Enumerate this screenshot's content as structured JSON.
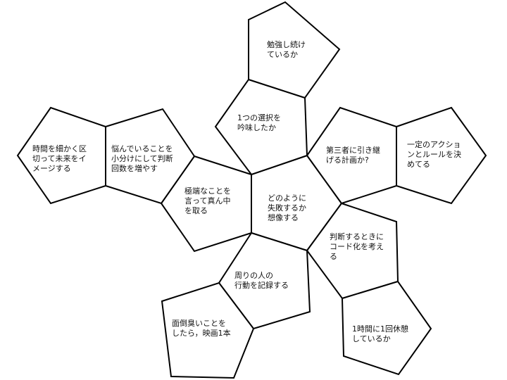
{
  "nodes": [
    {
      "id": "center",
      "text": "どのように\n失敗するか\n想像する"
    },
    {
      "id": "extreme",
      "text": "極端なことを\n言って真ん中\nを取る"
    },
    {
      "id": "worry",
      "text": "悩んでいることを\n小分けにして判断\n回数を増やす"
    },
    {
      "id": "time-slice",
      "text": "時間を細かく区\n切って未来をイ\nメージする"
    },
    {
      "id": "choices",
      "text": "1つの選択を\n吟味したか"
    },
    {
      "id": "keep-studying",
      "text": "勉強し続け\nているか"
    },
    {
      "id": "third-party",
      "text": "第三者に引き継\nげる計画か?"
    },
    {
      "id": "actions-rules",
      "text": "一定のアクショ\nンとルールを決\nめてる"
    },
    {
      "id": "codify",
      "text": "判断するときに\nコード化を考え\nる"
    },
    {
      "id": "hourly-break",
      "text": "1時間に1回休憩\nしているか"
    },
    {
      "id": "others",
      "text": "周りの人の\n行動を記録する"
    },
    {
      "id": "movie",
      "text": "面倒臭いことを\nしたら，映画1本"
    }
  ]
}
